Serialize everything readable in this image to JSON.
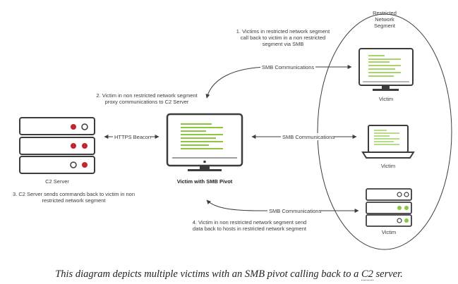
{
  "segment": {
    "label_lines": [
      "Restricted",
      "Network",
      "Segment"
    ]
  },
  "nodes": {
    "c2": {
      "label": "C2 Server"
    },
    "pivot": {
      "label": "Victim with SMB Pivot"
    },
    "victim_monitor": {
      "label": "Victim"
    },
    "victim_laptop": {
      "label": "Victim"
    },
    "victim_server": {
      "label": "Victim"
    }
  },
  "edges": {
    "https": {
      "label": "HTTPS Beacon"
    },
    "smb_top": {
      "label": "SMB Communications"
    },
    "smb_middle": {
      "label": "SMB Communications"
    },
    "smb_bottom": {
      "label": "SMB Communications"
    }
  },
  "steps": {
    "step1": [
      "1. Victims in restricted network segment",
      "call back to victim in a non restricted",
      "segment via SMB"
    ],
    "step2": [
      "2. Victim in non restricted network segment",
      "proxy communications to C2 Server"
    ],
    "step3": [
      "3. C2 Server sends commands back to victim in non",
      "restricted network segment"
    ],
    "step4": [
      "4. Victim in non restricted network segment send",
      "data back to hosts in restricted network segment"
    ]
  },
  "caption": {
    "before": "This diagram depicts multiple victims with an SMB pivot calling back to a ",
    "abbr": "C2",
    "after": " server."
  },
  "colors": {
    "outline": "#3c3c3c",
    "screen_line": "#8cc63f",
    "status_red": "#c0262d",
    "status_green": "#8cc63f"
  }
}
